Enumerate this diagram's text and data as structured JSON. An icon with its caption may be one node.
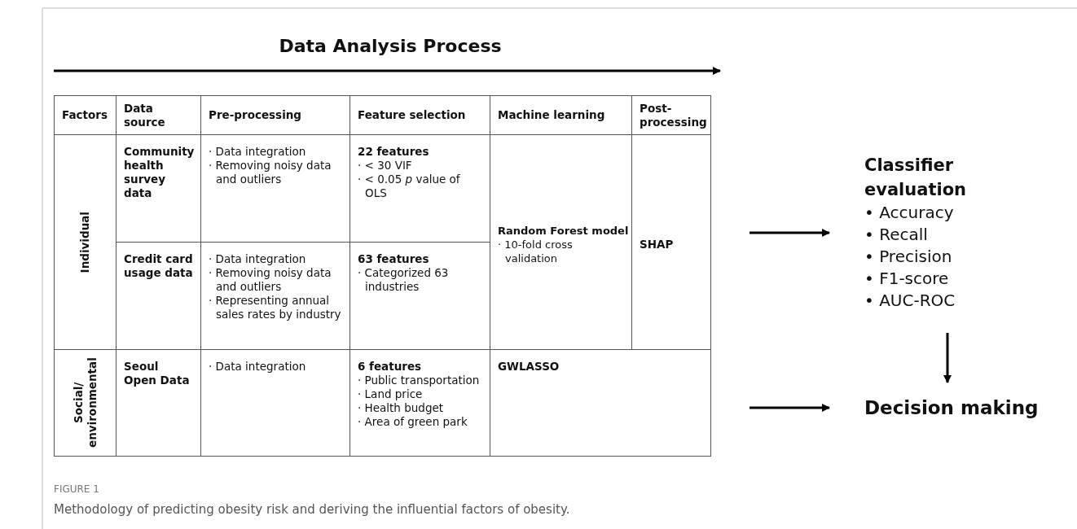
{
  "diagram": {
    "title": "Data Analysis Process",
    "caption": "Methodology of predicting obesity risk and deriving the influential factors of obesity.",
    "nodes": [
      {
        "text": [
          "Classifier evaluation",
          "• Accuracy",
          "• Recall",
          "• Precision",
          "• F1-score",
          "• AUC-ROC"
        ]
      },
      {
        "text": [
          "Decision making"
        ]
      }
    ],
    "edges": [
      {
        "from": null,
        "to": 0,
        "arrow": "to"
      },
      {
        "from": 0,
        "to": 1,
        "arrow": "to"
      },
      {
        "from": null,
        "to": 1,
        "arrow": "to"
      }
    ],
    "labels": [
      "Factors",
      "Data source",
      "Pre-processing",
      "Feature selection",
      "Machine learning",
      "Post-processing",
      "Individual",
      "Community health survey data",
      "· Data integration",
      "· Removing noisy data and outliers",
      "22 features",
      "· < 30 VIF",
      "· < 0.05 *p* value of OLS",
      "Random Forest model",
      "· 10-fold cross validation",
      "SHAP",
      "Credit card usage data",
      "· Data integration",
      "· Removing noisy data and outliers",
      "· Representing annual sales rates by industry",
      "63 features",
      "· Categorized 63 industries",
      "Social/ environmental",
      "Seoul Open Data",
      "· Data integration",
      "6 features",
      "· Public transportation",
      "· Land price",
      "· Health budget",
      "· Area of green park",
      "GWLASSO",
      "FIGURE 1"
    ]
  }
}
